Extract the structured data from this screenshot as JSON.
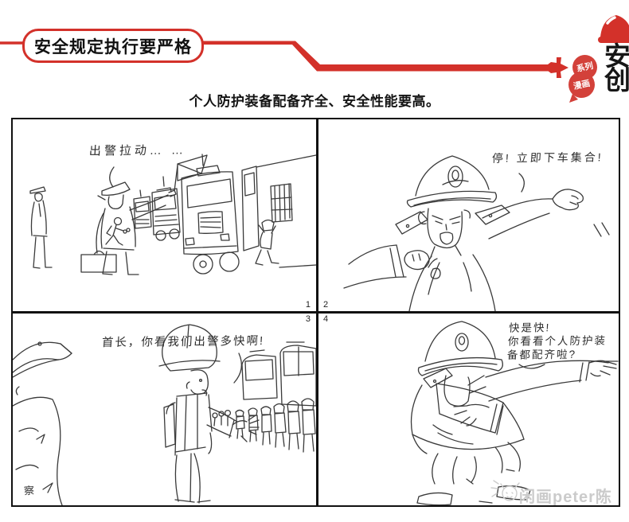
{
  "colors": {
    "accent_red": "#d3312a",
    "ink": "#3a3a3a",
    "watermark_gray": "#cbcbcb"
  },
  "header": {
    "banner_title": "安全规定执行要严格",
    "badge_line1": "系列",
    "badge_line2": "漫画",
    "logo_char_top": "安",
    "logo_char_bottom": "创"
  },
  "subtitle": "个人防护装备配备齐全、安全性能要高。",
  "comic": {
    "panels": [
      {
        "number": "1",
        "dialogue": "出警拉动… …"
      },
      {
        "number": "2",
        "dialogue": "停! 立即下车集合!"
      },
      {
        "number": "3",
        "dialogue": "首长，你看我们出警多快啊!"
      },
      {
        "number": "4",
        "dialogue_line1": "快是快!",
        "dialogue_line2": "你看看个人防护装",
        "dialogue_line3": "备都配齐啦?"
      }
    ],
    "uniform_label": "察",
    "watermark": "闲画peter陈"
  }
}
